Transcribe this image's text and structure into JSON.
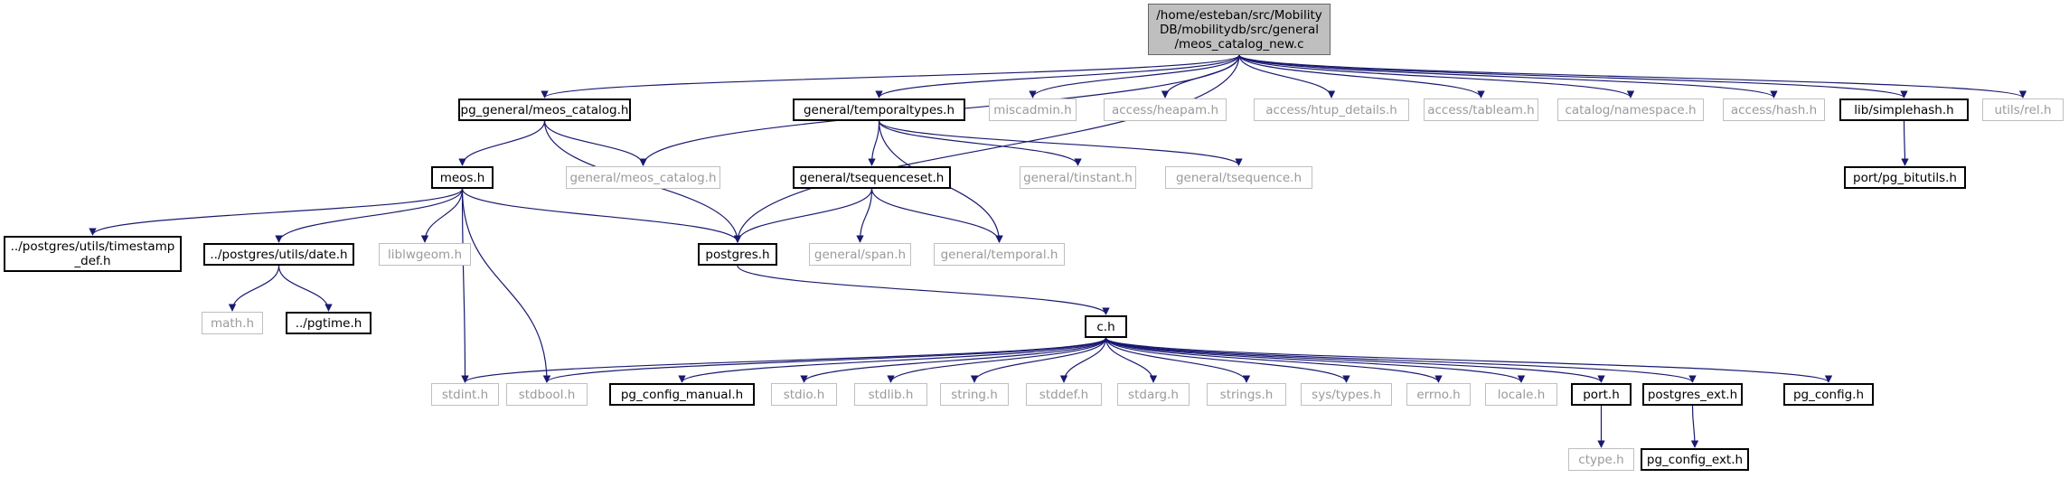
{
  "nodes": [
    {
      "id": "root",
      "label": "/home/esteban/src/Mobility\nDB/mobilitydb/src/general\n/meos_catalog_new.c",
      "kind": "root"
    },
    {
      "id": "pg_meos_catalog",
      "label": "pg_general/meos_catalog.h",
      "kind": "doc"
    },
    {
      "id": "temporaltypes",
      "label": "general/temporaltypes.h",
      "kind": "doc"
    },
    {
      "id": "miscadmin",
      "label": "miscadmin.h",
      "kind": "ext"
    },
    {
      "id": "heapam",
      "label": "access/heapam.h",
      "kind": "ext"
    },
    {
      "id": "htup_details",
      "label": "access/htup_details.h",
      "kind": "ext"
    },
    {
      "id": "tableam",
      "label": "access/tableam.h",
      "kind": "ext"
    },
    {
      "id": "namespace",
      "label": "catalog/namespace.h",
      "kind": "ext"
    },
    {
      "id": "hash",
      "label": "access/hash.h",
      "kind": "ext"
    },
    {
      "id": "simplehash",
      "label": "lib/simplehash.h",
      "kind": "doc"
    },
    {
      "id": "rel",
      "label": "utils/rel.h",
      "kind": "ext"
    },
    {
      "id": "meos",
      "label": "meos.h",
      "kind": "doc"
    },
    {
      "id": "gen_meos_catalog",
      "label": "general/meos_catalog.h",
      "kind": "ext"
    },
    {
      "id": "tsequenceset",
      "label": "general/tsequenceset.h",
      "kind": "doc"
    },
    {
      "id": "tinstant",
      "label": "general/tinstant.h",
      "kind": "ext"
    },
    {
      "id": "tsequence",
      "label": "general/tsequence.h",
      "kind": "ext"
    },
    {
      "id": "pg_bitutils",
      "label": "port/pg_bitutils.h",
      "kind": "doc"
    },
    {
      "id": "timestamp_def",
      "label": "../postgres/utils/timestamp\n_def.h",
      "kind": "doc"
    },
    {
      "id": "date",
      "label": "../postgres/utils/date.h",
      "kind": "doc"
    },
    {
      "id": "liblwgeom",
      "label": "liblwgeom.h",
      "kind": "ext"
    },
    {
      "id": "postgres",
      "label": "postgres.h",
      "kind": "doc"
    },
    {
      "id": "span",
      "label": "general/span.h",
      "kind": "ext"
    },
    {
      "id": "temporal",
      "label": "general/temporal.h",
      "kind": "ext"
    },
    {
      "id": "math",
      "label": "math.h",
      "kind": "ext"
    },
    {
      "id": "pgtime",
      "label": "../pgtime.h",
      "kind": "doc"
    },
    {
      "id": "c",
      "label": "c.h",
      "kind": "doc"
    },
    {
      "id": "stdint",
      "label": "stdint.h",
      "kind": "ext"
    },
    {
      "id": "stdbool",
      "label": "stdbool.h",
      "kind": "ext"
    },
    {
      "id": "pg_config_manual",
      "label": "pg_config_manual.h",
      "kind": "doc"
    },
    {
      "id": "stdio",
      "label": "stdio.h",
      "kind": "ext"
    },
    {
      "id": "stdlib",
      "label": "stdlib.h",
      "kind": "ext"
    },
    {
      "id": "string",
      "label": "string.h",
      "kind": "ext"
    },
    {
      "id": "stddef",
      "label": "stddef.h",
      "kind": "ext"
    },
    {
      "id": "stdarg",
      "label": "stdarg.h",
      "kind": "ext"
    },
    {
      "id": "strings",
      "label": "strings.h",
      "kind": "ext"
    },
    {
      "id": "sys_types",
      "label": "sys/types.h",
      "kind": "ext"
    },
    {
      "id": "errno",
      "label": "errno.h",
      "kind": "ext"
    },
    {
      "id": "locale",
      "label": "locale.h",
      "kind": "ext"
    },
    {
      "id": "port",
      "label": "port.h",
      "kind": "doc"
    },
    {
      "id": "postgres_ext",
      "label": "postgres_ext.h",
      "kind": "doc"
    },
    {
      "id": "pg_config",
      "label": "pg_config.h",
      "kind": "doc"
    },
    {
      "id": "ctype",
      "label": "ctype.h",
      "kind": "ext"
    },
    {
      "id": "pg_config_ext",
      "label": "pg_config_ext.h",
      "kind": "doc"
    }
  ],
  "edges": [
    [
      "root",
      "pg_meos_catalog"
    ],
    [
      "root",
      "gen_meos_catalog"
    ],
    [
      "root",
      "postgres"
    ],
    [
      "root",
      "temporaltypes"
    ],
    [
      "root",
      "miscadmin"
    ],
    [
      "root",
      "heapam"
    ],
    [
      "root",
      "htup_details"
    ],
    [
      "root",
      "tableam"
    ],
    [
      "root",
      "namespace"
    ],
    [
      "root",
      "hash"
    ],
    [
      "root",
      "simplehash"
    ],
    [
      "root",
      "rel"
    ],
    [
      "pg_meos_catalog",
      "meos"
    ],
    [
      "pg_meos_catalog",
      "gen_meos_catalog"
    ],
    [
      "pg_meos_catalog",
      "postgres"
    ],
    [
      "temporaltypes",
      "tsequenceset"
    ],
    [
      "temporaltypes",
      "tinstant"
    ],
    [
      "temporaltypes",
      "tsequence"
    ],
    [
      "temporaltypes",
      "temporal"
    ],
    [
      "simplehash",
      "pg_bitutils"
    ],
    [
      "meos",
      "timestamp_def"
    ],
    [
      "meos",
      "date"
    ],
    [
      "meos",
      "liblwgeom"
    ],
    [
      "meos",
      "postgres"
    ],
    [
      "meos",
      "stdint"
    ],
    [
      "meos",
      "stdbool"
    ],
    [
      "tsequenceset",
      "postgres"
    ],
    [
      "tsequenceset",
      "span"
    ],
    [
      "tsequenceset",
      "temporal"
    ],
    [
      "date",
      "math"
    ],
    [
      "date",
      "pgtime"
    ],
    [
      "postgres",
      "c"
    ],
    [
      "c",
      "stdint"
    ],
    [
      "c",
      "stdbool"
    ],
    [
      "c",
      "pg_config_manual"
    ],
    [
      "c",
      "stdio"
    ],
    [
      "c",
      "stdlib"
    ],
    [
      "c",
      "string"
    ],
    [
      "c",
      "stddef"
    ],
    [
      "c",
      "stdarg"
    ],
    [
      "c",
      "strings"
    ],
    [
      "c",
      "sys_types"
    ],
    [
      "c",
      "errno"
    ],
    [
      "c",
      "locale"
    ],
    [
      "c",
      "port"
    ],
    [
      "c",
      "postgres_ext"
    ],
    [
      "c",
      "pg_config"
    ],
    [
      "port",
      "ctype"
    ],
    [
      "postgres_ext",
      "pg_config_ext"
    ]
  ],
  "colors": {
    "edge": "#191970",
    "doc_border": "#000000",
    "ext_border": "#bfbfbf",
    "ext_text": "#9a9a9a",
    "root_fill": "#bfbfbf"
  }
}
